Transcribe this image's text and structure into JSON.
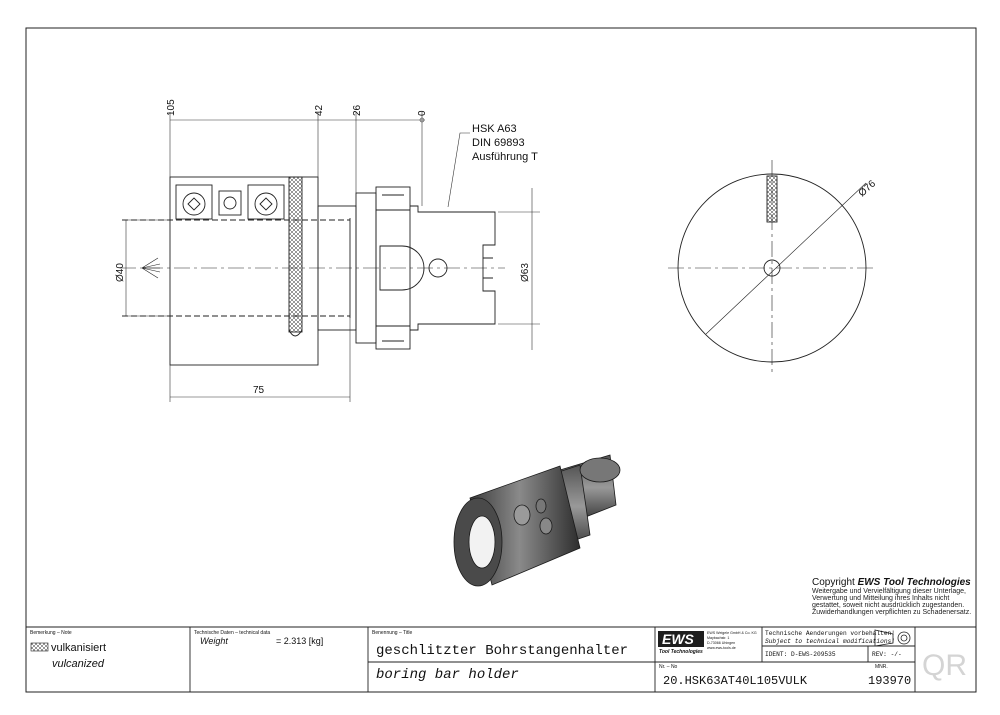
{
  "dimensions": {
    "top_105": "105",
    "top_42": "42",
    "top_26": "26",
    "top_0": "0",
    "dia_40": "Ø40",
    "dia_63": "Ø63",
    "dia_76": "Ø76",
    "bottom_75": "75"
  },
  "spec_label": {
    "line1": "HSK A63",
    "line2": "DIN 69893",
    "line3": "Ausführung T"
  },
  "copyright": {
    "prefix": "Copyright ",
    "brand": "EWS Tool Technologies",
    "lines": [
      "Weitergabe und Vervielfältigung dieser Unterlage,",
      "Verwertung und Mitteilung ihres Inhalts nicht",
      "gestattet, soweit nicht ausdrücklich zugestanden.",
      "Zuwiderhandlungen verpflichten zu Schadenersatz."
    ]
  },
  "title_block": {
    "note_header": "Bemerkung – Note",
    "note_de": "vulkanisiert",
    "note_en": "vulcanized",
    "tech_header": "Technische Daten – technical data",
    "weight_label": "Weight",
    "weight_value": "=  2.313  [kg]",
    "title_header": "Benennung – Title",
    "title_de": "geschlitzter Bohrstangenhalter",
    "title_en": "boring bar holder",
    "logo": "EWS",
    "logo_sub": "Tool Technologies",
    "company_line1": "EWS Weigele GmbH & Co. KG",
    "company_line2": "Maybachstr. 1",
    "company_line3": "D-73066 Uhingen",
    "company_line4": "www.ews-tools.de",
    "changes_de": "Technische Aenderungen vorbehalten!",
    "changes_en": "Subject to technical modifications!",
    "ident": "IDENT: D-EWS-209535",
    "rev": "REV:  -/-",
    "nr_header": "Nr. – No",
    "part_number": "20.HSK63AT40L105VULK",
    "mnr_header": "MNR.",
    "mnr": "193970",
    "qr": "QR"
  }
}
